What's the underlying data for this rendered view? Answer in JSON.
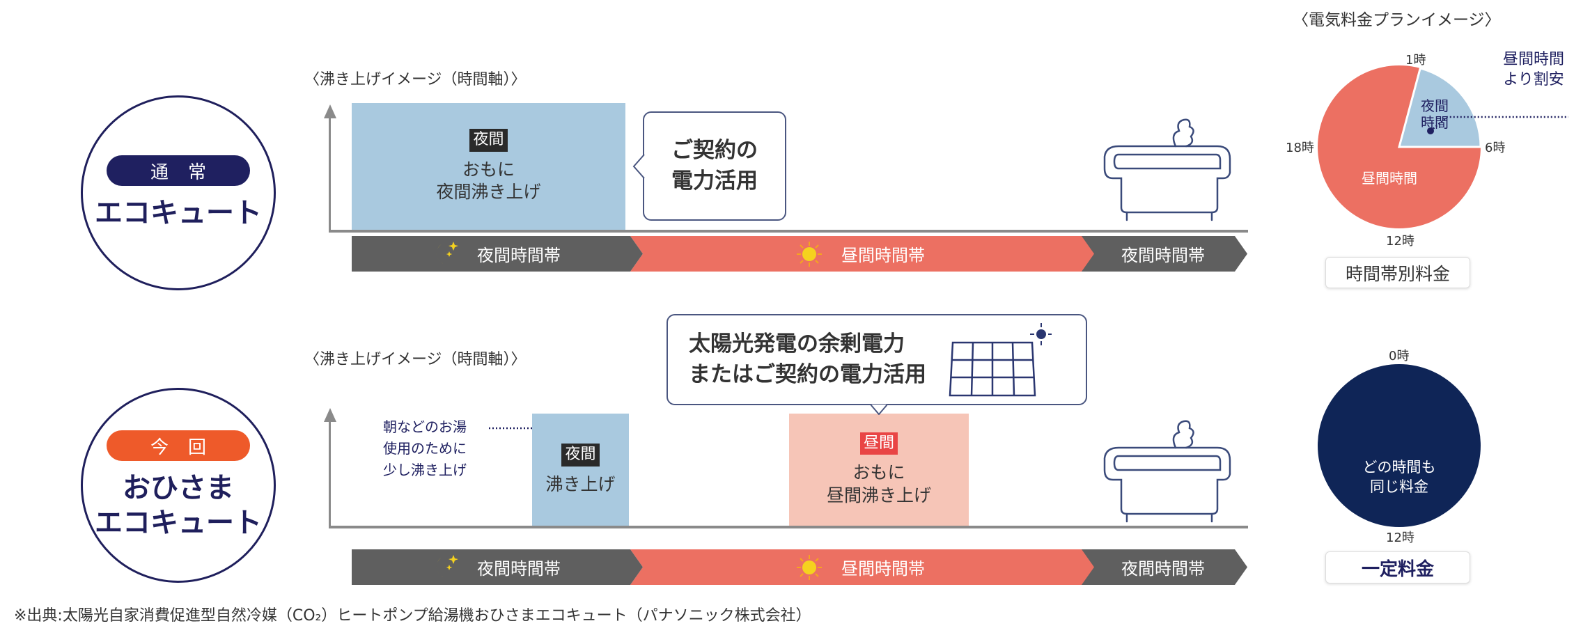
{
  "top": {
    "badge": "通常",
    "product": "エコキュート",
    "axis_label": "〈沸き上げイメージ（時間軸）〉",
    "block": {
      "tag": "夜間",
      "text_line1": "おもに",
      "text_line2": "夜間沸き上げ"
    },
    "callout": {
      "line1": "ご契約の",
      "line2": "電力活用"
    },
    "band": [
      "夜間時間帯",
      "昼間時間帯",
      "夜間時間帯"
    ]
  },
  "bottom": {
    "badge": "今回",
    "product_line1": "おひさま",
    "product_line2": "エコキュート",
    "axis_label": "〈沸き上げイメージ（時間軸）〉",
    "callout": {
      "line1": "太陽光発電の余剰電力",
      "line2": "またはご契約の電力活用"
    },
    "note": {
      "line1": "朝などのお湯",
      "line2": "使用のために",
      "line3": "少し沸き上げ"
    },
    "night_block": {
      "tag": "夜間",
      "text": "沸き上げ"
    },
    "day_block": {
      "tag": "昼間",
      "text_line1": "おもに",
      "text_line2": "昼間沸き上げ"
    },
    "band": [
      "夜間時間帯",
      "昼間時間帯",
      "夜間時間帯"
    ]
  },
  "plan": {
    "title": "〈電気料金プランイメージ〉",
    "pie1": {
      "labels": {
        "top": "1時",
        "right": "6時",
        "bottom": "12時",
        "left": "18時"
      },
      "night_label_line1": "夜間",
      "night_label_line2": "時間",
      "day_label": "昼間時間",
      "note_line1": "昼間時間",
      "note_line2": "より割安",
      "night_start_hour": 1,
      "night_end_hour": 6,
      "caption": "時間帯別料金"
    },
    "pie2": {
      "labels": {
        "top": "0時",
        "bottom": "12時"
      },
      "text_line1": "どの時間も",
      "text_line2": "同じ料金",
      "caption": "一定料金"
    }
  },
  "footer": "※出典:太陽光自家消費促進型自然冷媒（CO₂）ヒートポンプ給湯機おひさまエコキュート（パナソニック株式会社）",
  "colors": {
    "navy": "#1f2060",
    "orange": "#ee5a2a",
    "night_blue": "#a9c9df",
    "day_red": "#ec7062",
    "peach": "#f6c5b7",
    "band_gray": "#5f5f5f"
  }
}
